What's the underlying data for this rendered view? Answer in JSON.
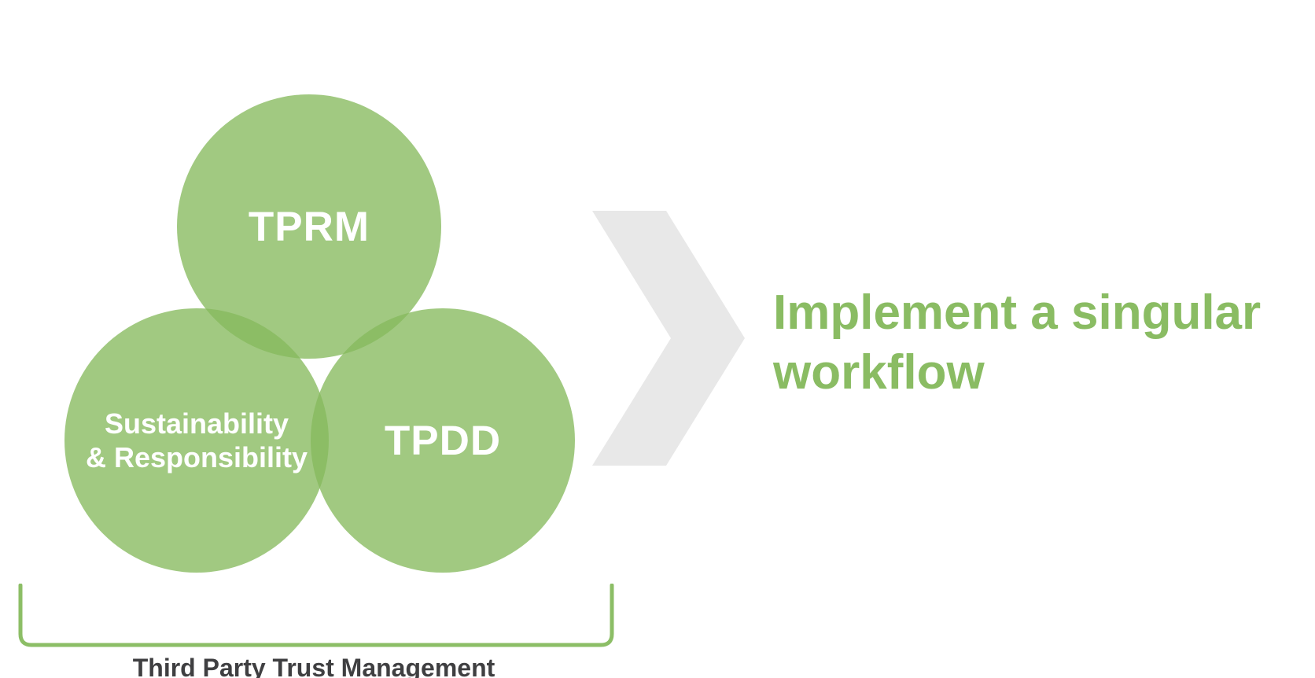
{
  "slide": {
    "venn": {
      "circles": [
        {
          "id": "tprm",
          "label": "TPRM"
        },
        {
          "id": "sustainability",
          "label": "Sustainability\n& Responsibility"
        },
        {
          "id": "tpdd",
          "label": "TPDD"
        }
      ],
      "bracket_label": "Third Party Trust Management"
    },
    "arrow": {
      "icon": "chevron-right-icon",
      "direction": "right"
    },
    "headline": "Implement a singular\nworkflow",
    "colors": {
      "circle_fill_base": "#86BA5E",
      "circle_fill_opacity": "0.78",
      "circle_single_rendered": "#A2CA80",
      "circle_overlap_rendered": "#8DBE67",
      "headline_green": "#8ABC63",
      "bracket_green": "#8CBE66",
      "bracket_label_gray": "#3F3F41",
      "chevron_gray": "#E8E8E8",
      "background": "#FFFFFF",
      "circle_text": "#FFFFFF"
    }
  }
}
